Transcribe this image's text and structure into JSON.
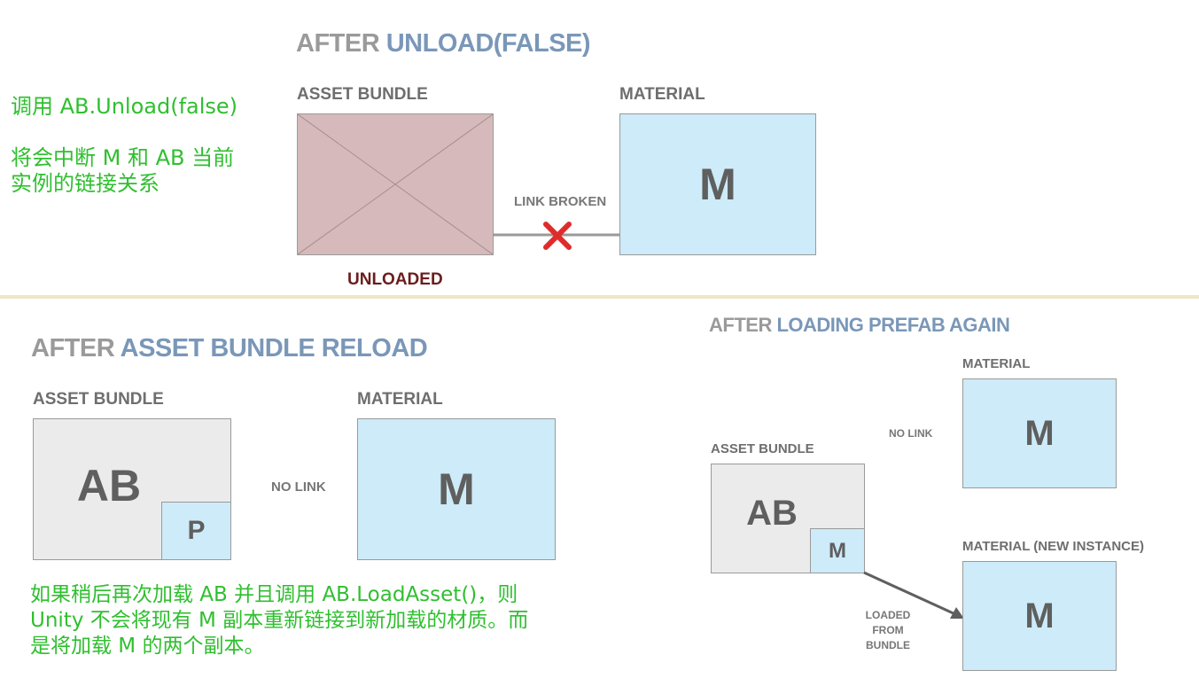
{
  "top": {
    "title_prefix": "AFTER ",
    "title_highlight": "UNLOAD(FALSE)",
    "asset_bundle_label": "ASSET BUNDLE",
    "material_label": "MATERIAL",
    "material_letter": "M",
    "link_label": "LINK BROKEN",
    "status_label": "UNLOADED",
    "note_line1": "调用 AB.Unload(false)",
    "note_line2": "将会中断 M 和 AB 当前",
    "note_line3": "实例的链接关系"
  },
  "bottom_left": {
    "title_prefix": "AFTER ",
    "title_highlight": "ASSET BUNDLE RELOAD",
    "asset_bundle_label": "ASSET BUNDLE",
    "ab_letters": "AB",
    "prefab_letter": "P",
    "link_label": "NO LINK",
    "material_label": "MATERIAL",
    "material_letter": "M",
    "note_line1": "如果稍后再次加载 AB 并且调用 AB.LoadAsset()，则",
    "note_line2": "Unity 不会将现有 M 副本重新链接到新加载的材质。而",
    "note_line3": "是将加载 M 的两个副本。"
  },
  "bottom_right": {
    "title_prefix": "AFTER ",
    "title_highlight": "LOADING PREFAB AGAIN",
    "material_label": "MATERIAL",
    "material_letter": "M",
    "link_label": "NO LINK",
    "asset_bundle_label": "ASSET BUNDLE",
    "ab_letters": "AB",
    "inner_letter": "M",
    "loaded_label": "LOADED FROM BUNDLE",
    "new_material_label": "MATERIAL (NEW INSTANCE)",
    "new_material_letter": "M"
  },
  "colors": {
    "heading_gray": "#9a9a9a",
    "heading_blue": "#7a97b8",
    "material_fill": "#cdebf8",
    "asset_bundle_fill": "#ebebeb",
    "unloaded_fill": "#d6babb",
    "unloaded_text": "#6b1d1d",
    "broken_x": "#e02b2b",
    "note_green": "#2fbf2f",
    "divider": "#efe6c4"
  }
}
